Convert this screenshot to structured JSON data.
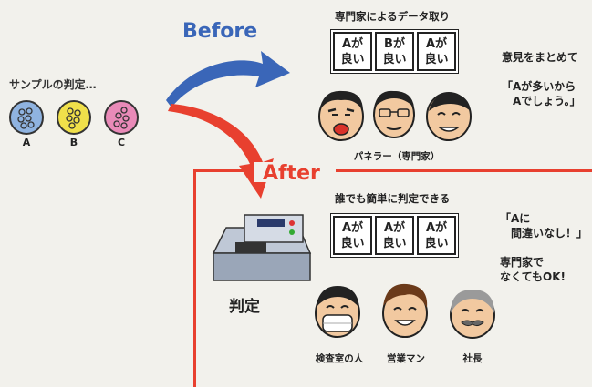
{
  "sample": {
    "title": "サンプルの判定…",
    "dishes": [
      {
        "label": "A",
        "color": "#8fb3e0"
      },
      {
        "label": "B",
        "color": "#f0e04a"
      },
      {
        "label": "C",
        "color": "#e98ab8"
      }
    ]
  },
  "before": {
    "label": "Before",
    "subtitle": "専門家によるデータ取り",
    "cards": [
      "Aが\n良い",
      "Bが\n良い",
      "Aが\n良い"
    ],
    "quote": "意見をまとめて\n\n「Aが多いから\n　Aでしょう。」",
    "panel_label": "パネラー（専門家）"
  },
  "after": {
    "label": "After",
    "subtitle": "誰でも簡単に判定できる",
    "cards": [
      "Aが\n良い",
      "Aが\n良い",
      "Aが\n良い"
    ],
    "quote": "「Aに\n　間違いなし！」\n\n専門家で\nなくてもOK!",
    "machine_label": "判定",
    "people": [
      "検査室の人",
      "営業マン",
      "社長"
    ]
  },
  "colors": {
    "before_arrow": "#3a66b8",
    "after_arrow": "#e8402f"
  }
}
